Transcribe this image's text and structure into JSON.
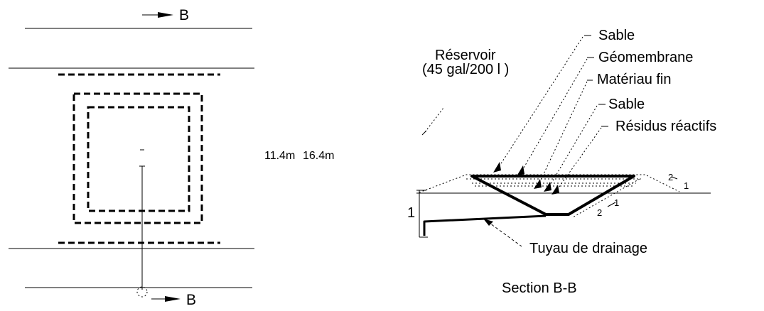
{
  "plan": {
    "section_marker_top": "B",
    "section_marker_bottom": "B",
    "dimensions": [
      "11.4m",
      "16.4m"
    ]
  },
  "section": {
    "title": "Section B-B",
    "reservoir": [
      "Réservoir",
      "(45 gal/200 l )"
    ],
    "layers": [
      "Sable",
      "Géomembrane",
      "Matériau fin",
      "Sable",
      "Résidus réactifs"
    ],
    "drain_label": "Tuyau de drainage",
    "depth_label": "1",
    "slope_right_outer": [
      "2",
      "1"
    ],
    "slope_inner": [
      "2",
      "1"
    ]
  }
}
